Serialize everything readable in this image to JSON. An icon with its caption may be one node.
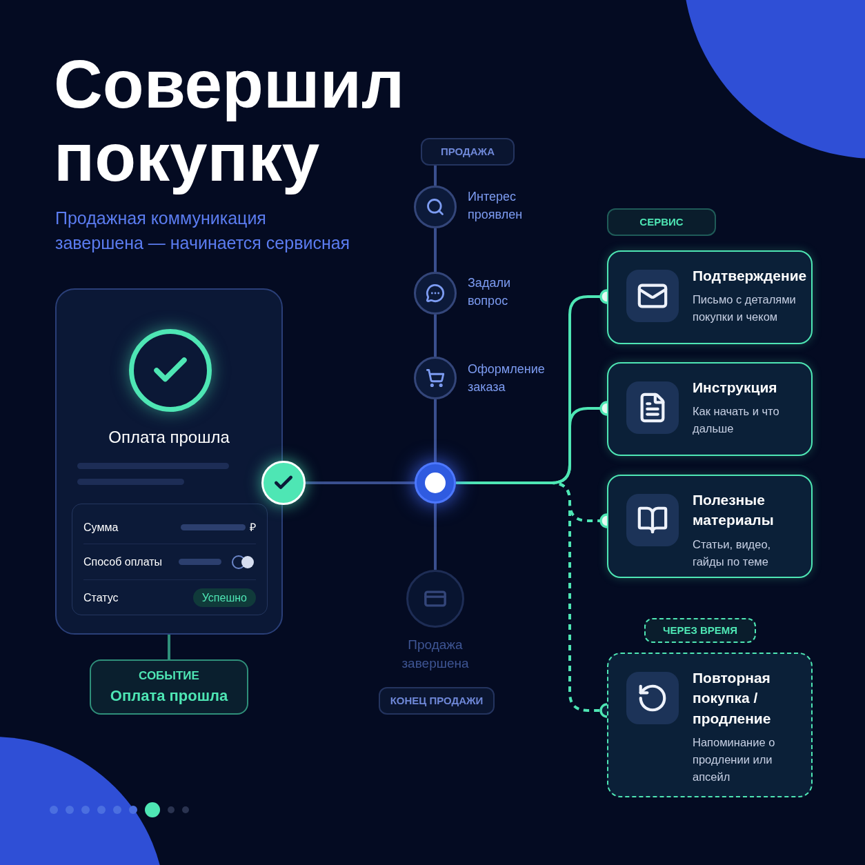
{
  "diagram": {
    "title": "Совершил покупку",
    "nodes": [
      {
        "text": [
          "Оплата прошла"
        ]
      },
      {
        "text": [
          "Сумма",
          "₽",
          "Способ оплаты",
          "Статус",
          "Успешно"
        ],
        "in": 0
      },
      {
        "text": [],
        "shape": "circle"
      },
      {
        "text": [
          "СОБЫТИЕ",
          "Оплата прошла"
        ]
      },
      {
        "text": [
          "ПРОДАЖА"
        ]
      },
      {
        "text": [],
        "shape": "circle",
        "beside": [
          "Интерес проявлен"
        ]
      },
      {
        "text": [],
        "shape": "circle",
        "beside": [
          "Задали вопрос"
        ]
      },
      {
        "text": [],
        "shape": "circle",
        "beside": [
          "Оформление заказа"
        ]
      },
      {
        "text": [],
        "shape": "circle"
      },
      {
        "text": [],
        "shape": "circle",
        "beside": [
          "Продажа завершена"
        ]
      },
      {
        "text": [
          "КОНЕЦ ПРОДАЖИ"
        ]
      },
      {
        "text": [
          "СЕРВИС"
        ]
      },
      {
        "text": [
          "Подтверждение",
          "Письмо с деталями покупки и чеком"
        ]
      },
      {
        "text": [
          "Инструкция",
          "Как начать и что дальше"
        ]
      },
      {
        "text": [
          "Полезные материалы",
          "Статьи, видео, гайды по теме"
        ]
      },
      {
        "text": [
          "ЧЕРЕЗ ВРЕМЯ"
        ]
      },
      {
        "text": [
          "Повторная покупка / продление",
          "Напоминание о продлении или апсейл"
        ]
      }
    ],
    "edges": [
      {
        "from": 0,
        "to": 3,
        "arrow": "none",
        "color": "#2f8f7a"
      },
      {
        "from": 4,
        "to": 5,
        "arrow": "none"
      },
      {
        "from": 5,
        "to": 6,
        "arrow": "none"
      },
      {
        "from": 6,
        "to": 7,
        "arrow": "none"
      },
      {
        "from": 7,
        "to": 8,
        "arrow": "none"
      },
      {
        "from": 8,
        "to": 9,
        "arrow": "none"
      },
      {
        "from": 2,
        "to": 8,
        "arrow": "none"
      },
      {
        "from": 8,
        "to": 12,
        "arrow": "other",
        "color": "#4ee6b4"
      },
      {
        "from": 8,
        "to": 13,
        "arrow": "other",
        "color": "#4ee6b4"
      },
      {
        "from": 8,
        "to": 14,
        "arrow": "other",
        "style": "dashed",
        "color": "#4ee6b4"
      },
      {
        "from": 8,
        "to": 16,
        "arrow": "other",
        "style": "dashed",
        "color": "#4ee6b4"
      }
    ],
    "labels": [
      "Продажная коммуникация завершена — начинается сервисная"
    ]
  }
}
